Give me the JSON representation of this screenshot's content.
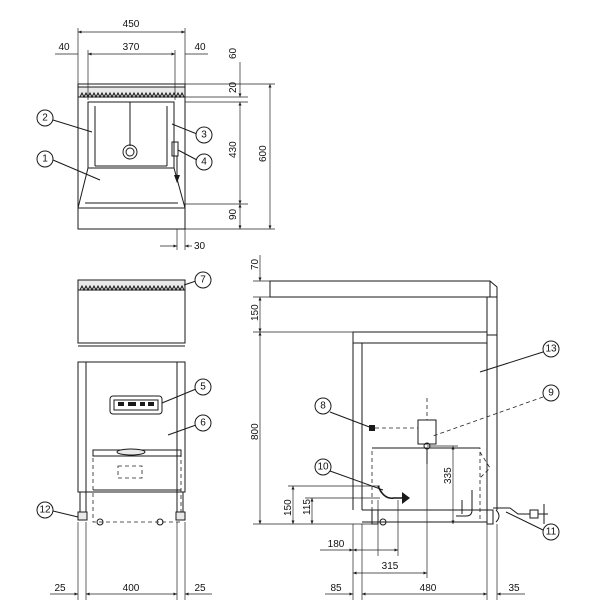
{
  "dimensions": {
    "top_total_width": "450",
    "top_left_margin": "40",
    "top_inner_width": "370",
    "top_right_margin": "40",
    "top_dim_60": "60",
    "top_dim_20": "20",
    "top_dim_430": "430",
    "top_dim_90": "90",
    "top_total_depth": "600",
    "top_dim_30": "30",
    "side_dim_70": "70",
    "side_dim_150_upper": "150",
    "side_dim_800": "800",
    "side_dim_150_lower": "150",
    "side_dim_115": "115",
    "side_dim_335": "335",
    "side_dim_180": "180",
    "side_dim_315": "315",
    "front_leg_left": "25",
    "front_width": "400",
    "front_leg_right": "25",
    "side_bottom_85": "85",
    "side_bottom_480": "480",
    "side_bottom_35": "35"
  },
  "callouts": [
    "1",
    "2",
    "3",
    "4",
    "5",
    "6",
    "7",
    "8",
    "9",
    "10",
    "11",
    "12",
    "13"
  ]
}
